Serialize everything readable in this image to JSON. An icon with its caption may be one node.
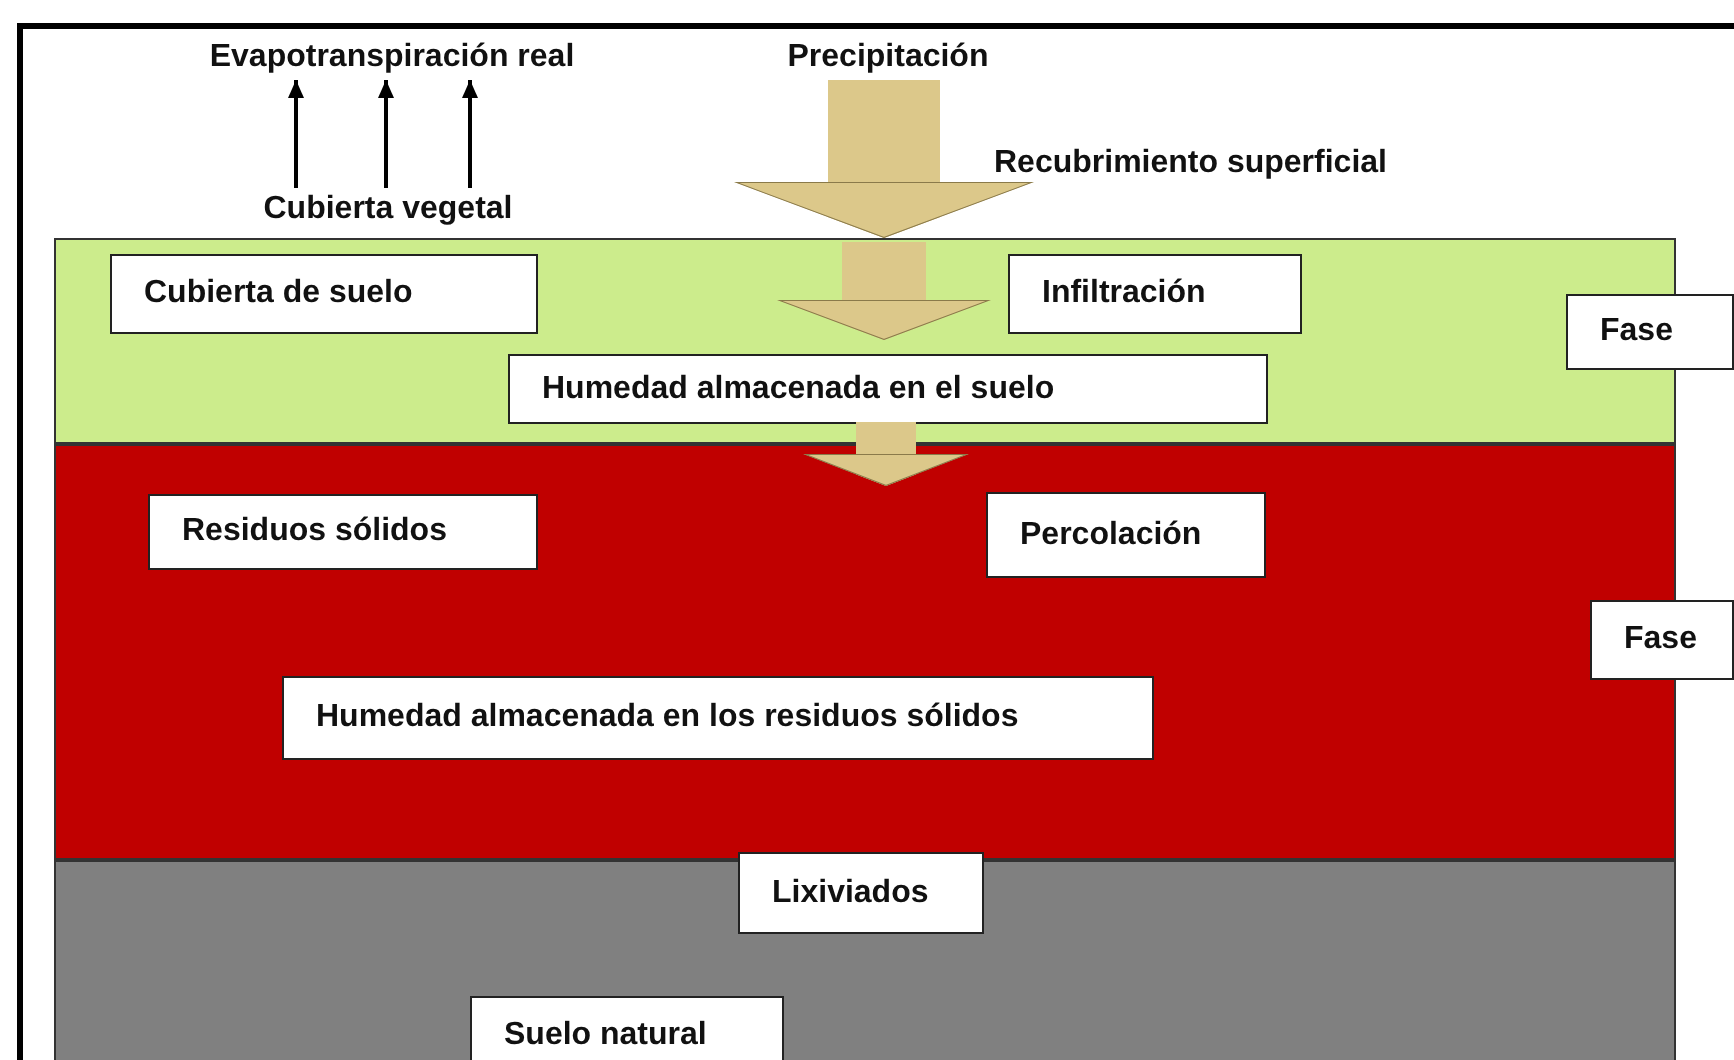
{
  "diagram": {
    "nodes": [
      {
        "text": [
          "Evapotranspiración real"
        ]
      },
      {
        "text": [
          "Precipitación"
        ]
      },
      {
        "text": [
          "Cubierta vegetal"
        ]
      },
      {
        "text": [],
        "shape": "box"
      },
      {
        "text": [
          "Cubierta de suelo"
        ],
        "in": 3
      },
      {
        "text": [
          "Infiltración"
        ],
        "in": 3
      },
      {
        "text": [
          "Humedad almacenada en el suelo"
        ],
        "in": 3
      },
      {
        "text": [
          "Fase"
        ]
      },
      {
        "text": [],
        "shape": "box"
      },
      {
        "text": [
          "Residuos sólidos"
        ],
        "in": 8
      },
      {
        "text": [
          "Percolación"
        ],
        "in": 8
      },
      {
        "text": [
          "Humedad almacenada en los residuos sólidos"
        ],
        "in": 8
      },
      {
        "text": [
          "Fase"
        ]
      },
      {
        "text": [],
        "shape": "box"
      },
      {
        "text": [
          "Lixiviados"
        ]
      },
      {
        "text": [
          "Suelo natural"
        ],
        "in": 13
      }
    ],
    "edges": [
      {
        "from": 2,
        "to": 0,
        "arrow": "to"
      },
      {
        "from": 2,
        "to": 0,
        "arrow": "to"
      },
      {
        "from": 2,
        "to": 0,
        "arrow": "to"
      },
      {
        "from": 1,
        "to": 3,
        "arrow": "to",
        "style": "thick",
        "color": "#dcc88a"
      },
      {
        "from": null,
        "to": 6,
        "arrow": "to",
        "style": "thick",
        "color": "#dcc88a"
      },
      {
        "from": 6,
        "to": 8,
        "arrow": "to",
        "style": "thick",
        "color": "#dcc88a"
      }
    ],
    "labels": [
      "Recubrimiento superficial"
    ]
  }
}
